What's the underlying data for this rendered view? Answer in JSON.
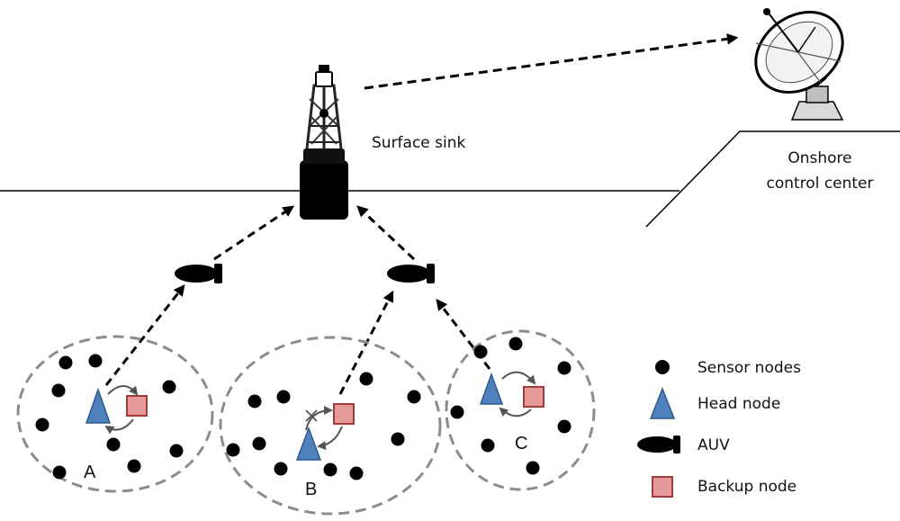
{
  "labels": {
    "surface_sink": "Surface  sink",
    "onshore_line1": "Onshore",
    "onshore_line2": "control center"
  },
  "clusters": [
    {
      "label": "A"
    },
    {
      "label": "B"
    },
    {
      "label": "C"
    }
  ],
  "legend": {
    "sensor": "Sensor nodes",
    "head": "Head node",
    "auv": "AUV",
    "backup": "Backup node"
  },
  "colors": {
    "head_fill": "#4f81bd",
    "head_stroke": "#2e5a8a",
    "backup_fill": "#e59a9a",
    "backup_stroke": "#a33a3a",
    "cluster_boundary": "#8c8c8c",
    "node": "#000000"
  },
  "icons": {
    "sink": "buoy-icon",
    "control_center": "satellite-dish-icon",
    "auv": "auv-icon"
  }
}
